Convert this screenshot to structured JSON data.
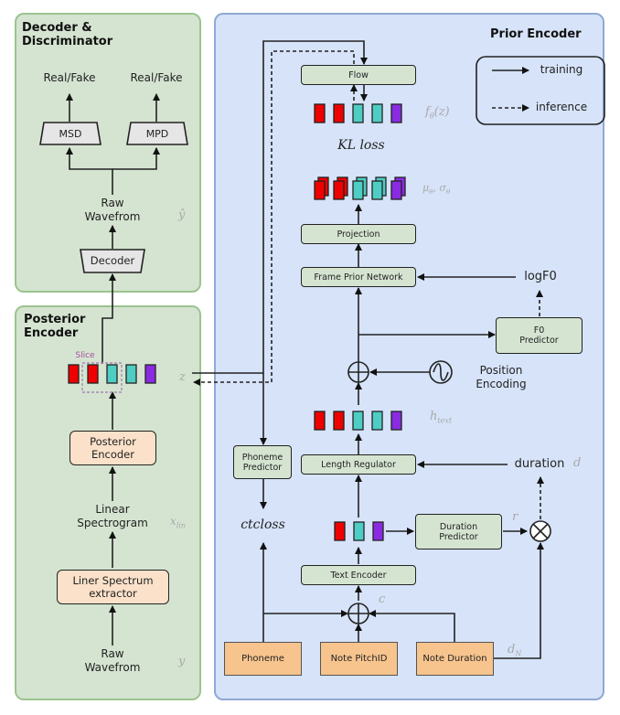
{
  "panels": {
    "decoder_disc": {
      "title": "Decoder &\nDiscriminator"
    },
    "posterior": {
      "title": "Posterior\nEncoder"
    },
    "prior": {
      "title": "Prior Encoder"
    }
  },
  "decoder_section": {
    "real_fake_1": "Real/Fake",
    "real_fake_2": "Real/Fake",
    "msd": "MSD",
    "mpd": "MPD",
    "raw_wave": "Raw\nWavefrom",
    "y_hat": "ŷ",
    "decoder": "Decoder"
  },
  "posterior_section": {
    "slice": "Slice",
    "z": "z",
    "posterior_encoder": "Posterior\nEncoder",
    "linear_spec": "Linear\nSpectrogram",
    "x_lin": "x_lin",
    "extractor": "Liner Spectrum\nextractor",
    "raw_wave": "Raw\nWavefrom",
    "y": "y"
  },
  "prior_section": {
    "flow": "Flow",
    "f_theta_z": "fθ(z)",
    "kl_loss": "KL loss",
    "mu_sigma": "μθ, σθ",
    "projection": "Projection",
    "frame_prior": "Frame Prior Network",
    "logf0": "logF0",
    "f0_predictor": "F0\nPredictor",
    "position_encoding": "Position\nEncoding",
    "h_text": "h_text",
    "phoneme_predictor": "Phoneme\nPredictor",
    "length_regulator": "Length Regulator",
    "duration": "duration",
    "d": "d",
    "ctcloss": "ctcloss",
    "duration_predictor": "Duration\nPredictor",
    "r": "r",
    "text_encoder": "Text Encoder",
    "c": "c",
    "d_n": "d_N",
    "phoneme": "Phoneme",
    "note_pitch": "Note PitchID",
    "note_duration": "Note Duration"
  },
  "legend": {
    "training": "training",
    "inference": "inference"
  },
  "colors": {
    "red": "#ee0000",
    "teal": "#4ecdc4",
    "purple": "#8a2be2",
    "slice": "#a64ca6"
  }
}
